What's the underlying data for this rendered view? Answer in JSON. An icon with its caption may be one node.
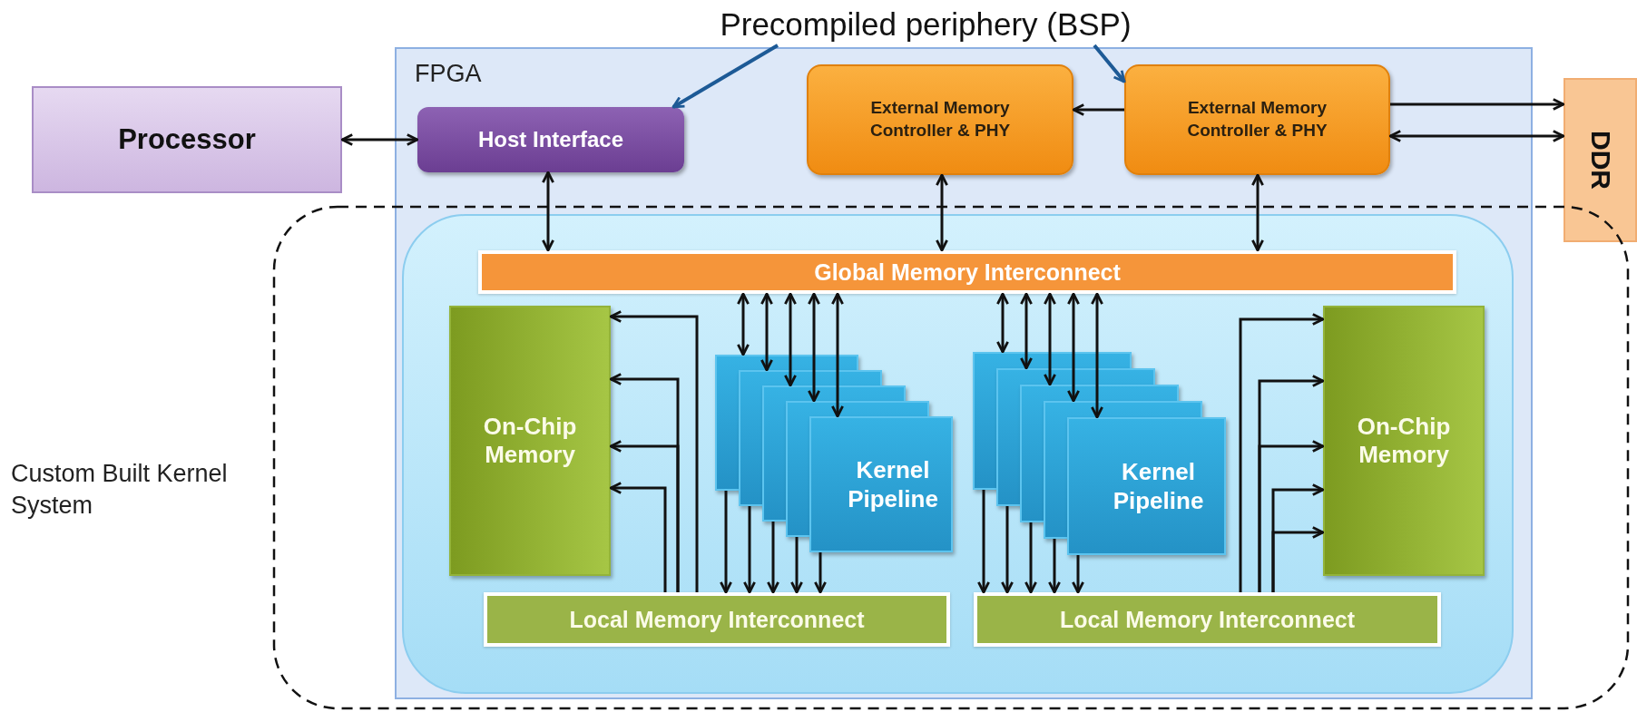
{
  "diagram": {
    "nodes": [
      {
        "text": [
          "Precompiled periphery (BSP)"
        ]
      },
      {
        "text": [
          "Processor"
        ]
      },
      {
        "text": [
          "FPGA"
        ]
      },
      {
        "text": [
          "Host Interface"
        ],
        "in": 2
      },
      {
        "text": [
          "External Memory Controller & PHY"
        ],
        "in": 2
      },
      {
        "text": [
          "External Memory Controller & PHY"
        ],
        "in": 2
      },
      {
        "text": [
          "DDR"
        ]
      },
      {
        "text": [],
        "shape": "box",
        "in": 2
      },
      {
        "text": [
          "Global Memory Interconnect"
        ],
        "in": 7
      },
      {
        "text": [
          "On-Chip Memory"
        ],
        "in": 7
      },
      {
        "text": [
          "Kernel Pipeline"
        ],
        "in": 7
      },
      {
        "text": [
          "Kernel Pipeline"
        ],
        "in": 7
      },
      {
        "text": [
          "On-Chip Memory"
        ],
        "in": 7
      },
      {
        "text": [
          "Local Memory Interconnect"
        ],
        "in": 7
      },
      {
        "text": [
          "Local Memory Interconnect"
        ],
        "in": 7
      }
    ],
    "edges": [
      {
        "from": 0,
        "to": 3,
        "arrow": "to",
        "color": "#1d5a96"
      },
      {
        "from": 0,
        "to": 5,
        "arrow": "to",
        "color": "#1d5a96"
      },
      {
        "from": 1,
        "to": 3,
        "arrow": "both"
      },
      {
        "from": 5,
        "to": 4,
        "arrow": "to"
      },
      {
        "from": 5,
        "to": 6,
        "arrow": "to"
      },
      {
        "from": 5,
        "to": 6,
        "arrow": "both"
      },
      {
        "from": 3,
        "to": 8,
        "arrow": "both"
      },
      {
        "from": 4,
        "to": 8,
        "arrow": "both"
      },
      {
        "from": 5,
        "to": 8,
        "arrow": "both"
      },
      {
        "from": 8,
        "to": 10,
        "arrow": "both"
      },
      {
        "from": 8,
        "to": 10,
        "arrow": "both"
      },
      {
        "from": 8,
        "to": 10,
        "arrow": "both"
      },
      {
        "from": 8,
        "to": 10,
        "arrow": "both"
      },
      {
        "from": 8,
        "to": 10,
        "arrow": "both"
      },
      {
        "from": 10,
        "to": 13,
        "arrow": "to"
      },
      {
        "from": 10,
        "to": 13,
        "arrow": "to"
      },
      {
        "from": 10,
        "to": 13,
        "arrow": "to"
      },
      {
        "from": 10,
        "to": 13,
        "arrow": "to"
      },
      {
        "from": 10,
        "to": 13,
        "arrow": "to"
      },
      {
        "from": 13,
        "to": 9,
        "arrow": "to"
      },
      {
        "from": 13,
        "to": 9,
        "arrow": "to"
      },
      {
        "from": 13,
        "to": 9,
        "arrow": "to"
      },
      {
        "from": 13,
        "to": 9,
        "arrow": "to"
      },
      {
        "from": 8,
        "to": 11,
        "arrow": "both"
      },
      {
        "from": 8,
        "to": 11,
        "arrow": "both"
      },
      {
        "from": 8,
        "to": 11,
        "arrow": "both"
      },
      {
        "from": 8,
        "to": 11,
        "arrow": "both"
      },
      {
        "from": 8,
        "to": 11,
        "arrow": "both"
      },
      {
        "from": 11,
        "to": 14,
        "arrow": "to"
      },
      {
        "from": 11,
        "to": 14,
        "arrow": "to"
      },
      {
        "from": 11,
        "to": 14,
        "arrow": "to"
      },
      {
        "from": 11,
        "to": 14,
        "arrow": "to"
      },
      {
        "from": 11,
        "to": 14,
        "arrow": "to"
      },
      {
        "from": 14,
        "to": 12,
        "arrow": "to"
      },
      {
        "from": 14,
        "to": 12,
        "arrow": "to"
      },
      {
        "from": 14,
        "to": 12,
        "arrow": "to"
      },
      {
        "from": 14,
        "to": 12,
        "arrow": "to"
      },
      {
        "from": 14,
        "to": 12,
        "arrow": "to"
      }
    ],
    "labels": [
      "Custom Built Kernel System"
    ]
  }
}
